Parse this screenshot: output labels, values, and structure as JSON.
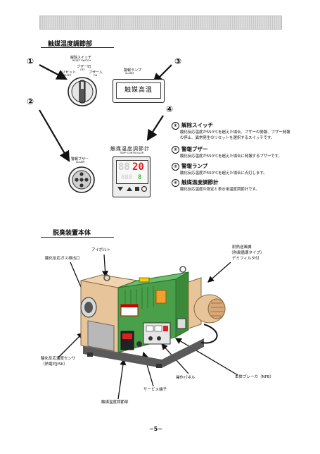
{
  "section1": {
    "title": "触媒温度調節部"
  },
  "markers": {
    "one": "①",
    "two": "②",
    "three": "③",
    "four": "④"
  },
  "reset_switch": {
    "title": "解除スイッチ",
    "subtitle": "RESET SWITCH",
    "buzzer_off": "ブザー切",
    "buzzer_off_en": "OFF",
    "reset": "リセット",
    "reset_en": "RESET",
    "buzzer_on": "ブザー入",
    "buzzer_on_en": "ON"
  },
  "alarm_lamp": {
    "label": "警報ランプ",
    "label_en": "ALARM",
    "display_text": "触媒高温"
  },
  "alarm_buzzer": {
    "label": "警報ブザー",
    "label_en": "ALARM"
  },
  "temp_controller": {
    "title": "触媒温度調節計",
    "title_en": "TEMP CONTROLLER",
    "pv": "20",
    "sv": "8"
  },
  "descriptions": [
    {
      "num": "①",
      "title": "解除スイッチ",
      "body": "酸化反応温度が550℃を超えた場合、ブザーの発報、ブザー発報の停止、異常発生のリセットを選択するスイッチです。"
    },
    {
      "num": "②",
      "title": "警報ブザー",
      "body": "酸化反応温度が550℃を超えた場合に発報するブザーです。"
    },
    {
      "num": "③",
      "title": "警報ランプ",
      "body": "酸化反応温度が550℃を超えた場合に点灯します。"
    },
    {
      "num": "④",
      "title": "触媒温度調節計",
      "body": "酸化反応温度の設定と表示用温度調節計です。"
    }
  ],
  "section2": {
    "title": "脱臭装置本体"
  },
  "callouts": {
    "eyebolt": "アイボルト",
    "gas_outlet": "酸化反応ガス排出口",
    "blower_line1": "耐熱送風機",
    "blower_line2": "（熱風循環タイプ）",
    "blower_line3": "デミフィルタ付",
    "sensor_line1": "酸化反応温度センサ",
    "sensor_line2": "（熱電対JISK）",
    "breaker": "本体ブレーカ（NFB）",
    "panel": "操作パネル",
    "service_terminal": "サービス端子",
    "temp_unit": "触媒温度調節部"
  },
  "page": {
    "number": "−5−"
  },
  "colors": {
    "machine_green": "#4aa04a",
    "machine_body": "#e8c49a",
    "lamp_red": "#e02020",
    "led_green": "#30c030"
  }
}
